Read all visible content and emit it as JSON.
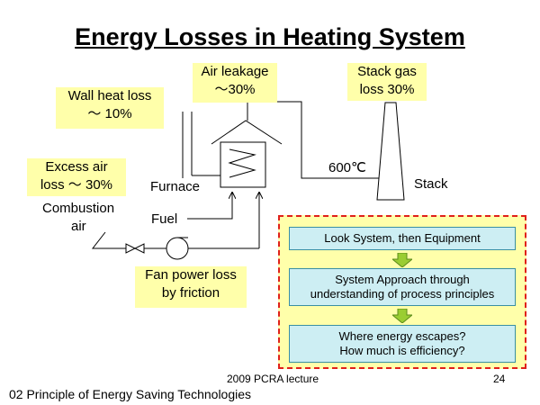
{
  "title": "Energy Losses in Heating System",
  "notes": {
    "wall_heat_loss": [
      "Wall heat loss",
      "～ 10%"
    ],
    "air_leakage": [
      "Air leakage",
      "～30%"
    ],
    "stack_gas_loss": [
      "Stack gas",
      "loss 30%"
    ],
    "excess_air_loss": [
      "Excess air",
      "loss ～ 30%"
    ],
    "fan_power_loss": [
      "Fan power loss",
      "by friction"
    ]
  },
  "labels": {
    "furnace": "Furnace",
    "combustion_air": [
      "Combustion",
      "air"
    ],
    "fuel": "Fuel",
    "temperature": "600℃",
    "stack": "Stack"
  },
  "panel": {
    "step1": "Look System, then Equipment",
    "step2": [
      "System Approach through",
      "understanding of process principles"
    ],
    "step3": [
      "Where energy escapes?",
      "How much is efficiency?"
    ]
  },
  "footer": {
    "lecture": "2009 PCRA lecture",
    "page_number": "24",
    "course": "02 Principle of Energy Saving Technologies"
  },
  "colors": {
    "note_fill": "#ffffaa",
    "panel_border": "#e0201a",
    "step_fill": "#cdeef3",
    "arrow_fill": "#9acd32"
  }
}
